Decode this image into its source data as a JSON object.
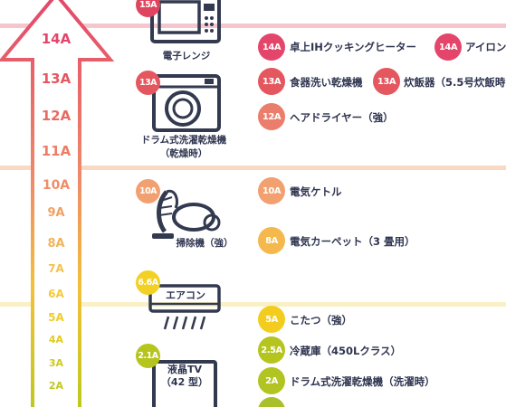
{
  "scale": [
    "14A",
    "13A",
    "12A",
    "11A",
    "10A",
    "9A",
    "8A",
    "7A",
    "6A",
    "5A",
    "4A",
    "3A",
    "2A"
  ],
  "colors": {
    "navy": "#333a4f",
    "a15": "#e0455f",
    "a14": "#e3466a",
    "a13": "#e4575f",
    "a12": "#ea7d6c",
    "a10": "#f2a070",
    "a8": "#f4b84c",
    "a66": "#f2d024",
    "a5": "#f3cd1e",
    "a25": "#b5c51d",
    "a21": "#b5c51d",
    "a2": "#b1c421",
    "band_top": "#f6c6cf",
    "band_mid": "#f9d9c2",
    "band_low": "#faf0c6"
  },
  "appliances": {
    "microwave": {
      "badge": "15A",
      "name": "電子レンジ"
    },
    "washer": {
      "badge": "13A",
      "name_line1": "ドラム式洗濯乾燥機",
      "name_line2": "（乾燥時）"
    },
    "vacuum": {
      "badge": "10A",
      "name": "掃除機（強）"
    },
    "aircon": {
      "badge": "6.6A",
      "name": "エアコン"
    },
    "tv": {
      "badge": "2.1A",
      "name_line1": "液晶TV",
      "name_line2": "（42 型）"
    }
  },
  "items": {
    "ih": {
      "badge": "14A",
      "label": "卓上IHクッキングヒーター"
    },
    "iron": {
      "badge": "14A",
      "label": "アイロン"
    },
    "dishwasher": {
      "badge": "13A",
      "label": "食器洗い乾燥機"
    },
    "ricecooker": {
      "badge": "13A",
      "label": "炊飯器（5.5号炊飯時"
    },
    "hairdryer": {
      "badge": "12A",
      "label": "ヘアドライヤー（強）"
    },
    "kettle": {
      "badge": "10A",
      "label": "電気ケトル"
    },
    "carpet": {
      "badge": "8A",
      "label": "電気カーペット（3 畳用）"
    },
    "kotatsu": {
      "badge": "5A",
      "label": "こたつ（強）"
    },
    "fridge": {
      "badge": "2.5A",
      "label": "冷蔵庫（450Lクラス）"
    },
    "washer_wash": {
      "badge": "2A",
      "label": "ドラム式洗濯乾燥機（洗濯時）"
    }
  }
}
